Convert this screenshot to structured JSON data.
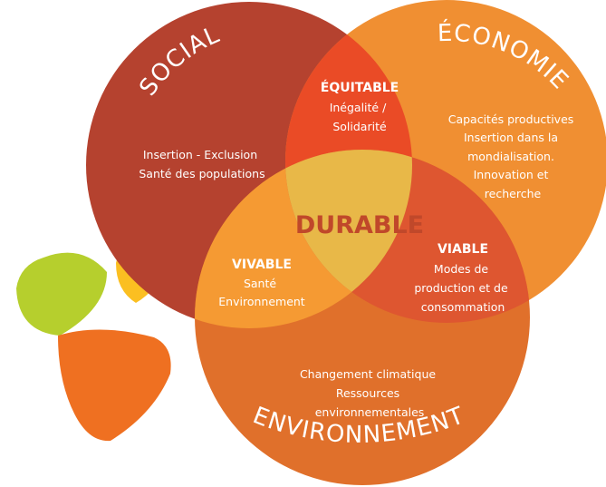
{
  "colors": {
    "social": "#b5422f",
    "economie": "#f08f32",
    "environnement": "#e0702b",
    "equitable": "#ea4b26",
    "vivable": "#f59a33",
    "viable": "#de5630",
    "durable_fill": "#e8b848",
    "durable_text": "#c0482a",
    "leaf_green": "#b6cf2d",
    "leaf_yellow": "#fbbf21",
    "leaf_orange": "#ef7021"
  },
  "circles": {
    "social": {
      "title": "SOCIAL",
      "lines": [
        "Insertion - Exclusion",
        "Santé des populations"
      ]
    },
    "economie": {
      "title": "ÉCONOMIE",
      "lines": [
        "Capacités productives",
        "Insertion dans la",
        "mondialisation.",
        "Innovation et",
        "recherche"
      ]
    },
    "environnement": {
      "title": "ENVIRONNEMENT",
      "lines": [
        "Changement climatique",
        "Ressources",
        "environnementales"
      ]
    }
  },
  "intersections": {
    "equitable": {
      "title": "ÉQUITABLE",
      "lines": [
        "Inégalité /",
        "Solidarité"
      ]
    },
    "vivable": {
      "title": "VIVABLE",
      "lines": [
        "Santé",
        "Environnement"
      ]
    },
    "viable": {
      "title": "VIABLE",
      "lines": [
        "Modes de",
        "production et de",
        "consommation"
      ]
    },
    "durable": {
      "title": "DURABLE"
    }
  }
}
